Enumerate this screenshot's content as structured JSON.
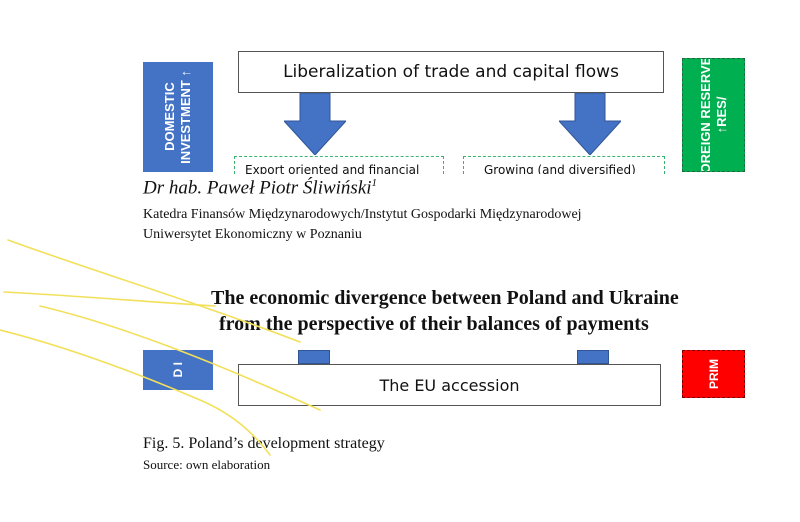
{
  "diagram_top": {
    "main_box": "Liberalization of trade and capital flows",
    "left_side_label": [
      "DOMESTIC",
      "INVESTMENT ↑"
    ],
    "right_side_label": [
      "FOREIGN RESERVES",
      "↑RES/"
    ],
    "dashed_left": "Export oriented and financial",
    "dashed_right": "Growing (and diversified)"
  },
  "author": {
    "name": "Dr hab. Paweł Piotr Śliwiński",
    "footnote": "1",
    "affiliation_line1": "Katedra Finansów Międzynarodowych/Instytut Gospodarki Międzynarodowej",
    "affiliation_line2": "Uniwersytet Ekonomiczny w Poznaniu"
  },
  "title": {
    "line1": "The economic divergence between Poland and Ukraine",
    "line2": "from the perspective of their balances of payments"
  },
  "diagram_bottom": {
    "main_box": "The EU accession",
    "left_side_label": "D I",
    "right_side_label": "PRIM"
  },
  "figure": {
    "caption": "Fig. 5. Poland’s development strategy",
    "source": "Source: own elaboration"
  },
  "colors": {
    "blue": "#4472c4",
    "green": "#00b050",
    "red": "#ff0000",
    "dashed_green": "#3cb371",
    "highlighter": "#f2e05a"
  }
}
